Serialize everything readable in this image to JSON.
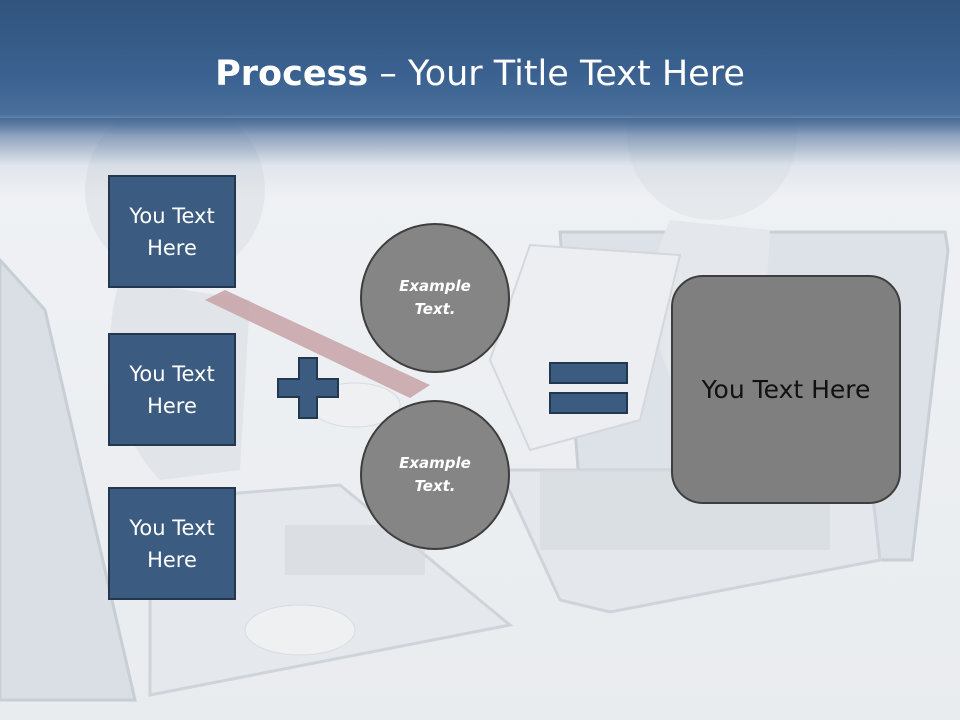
{
  "slide": {
    "title_bold": "Process",
    "title_rest": " – Your Title Text Here",
    "left_boxes": [
      "You Text Here",
      "You Text Here",
      "You Text Here"
    ],
    "circles": [
      "Example Text.",
      "Example Text."
    ],
    "result_text": "You Text Here"
  },
  "icons": {
    "plus": "plus-icon",
    "equals": "equals-icon"
  },
  "colors": {
    "header": "#3a6190",
    "box_fill": "#3b5c80",
    "circle_fill": "#858585",
    "result_fill": "#7f7f7f"
  }
}
